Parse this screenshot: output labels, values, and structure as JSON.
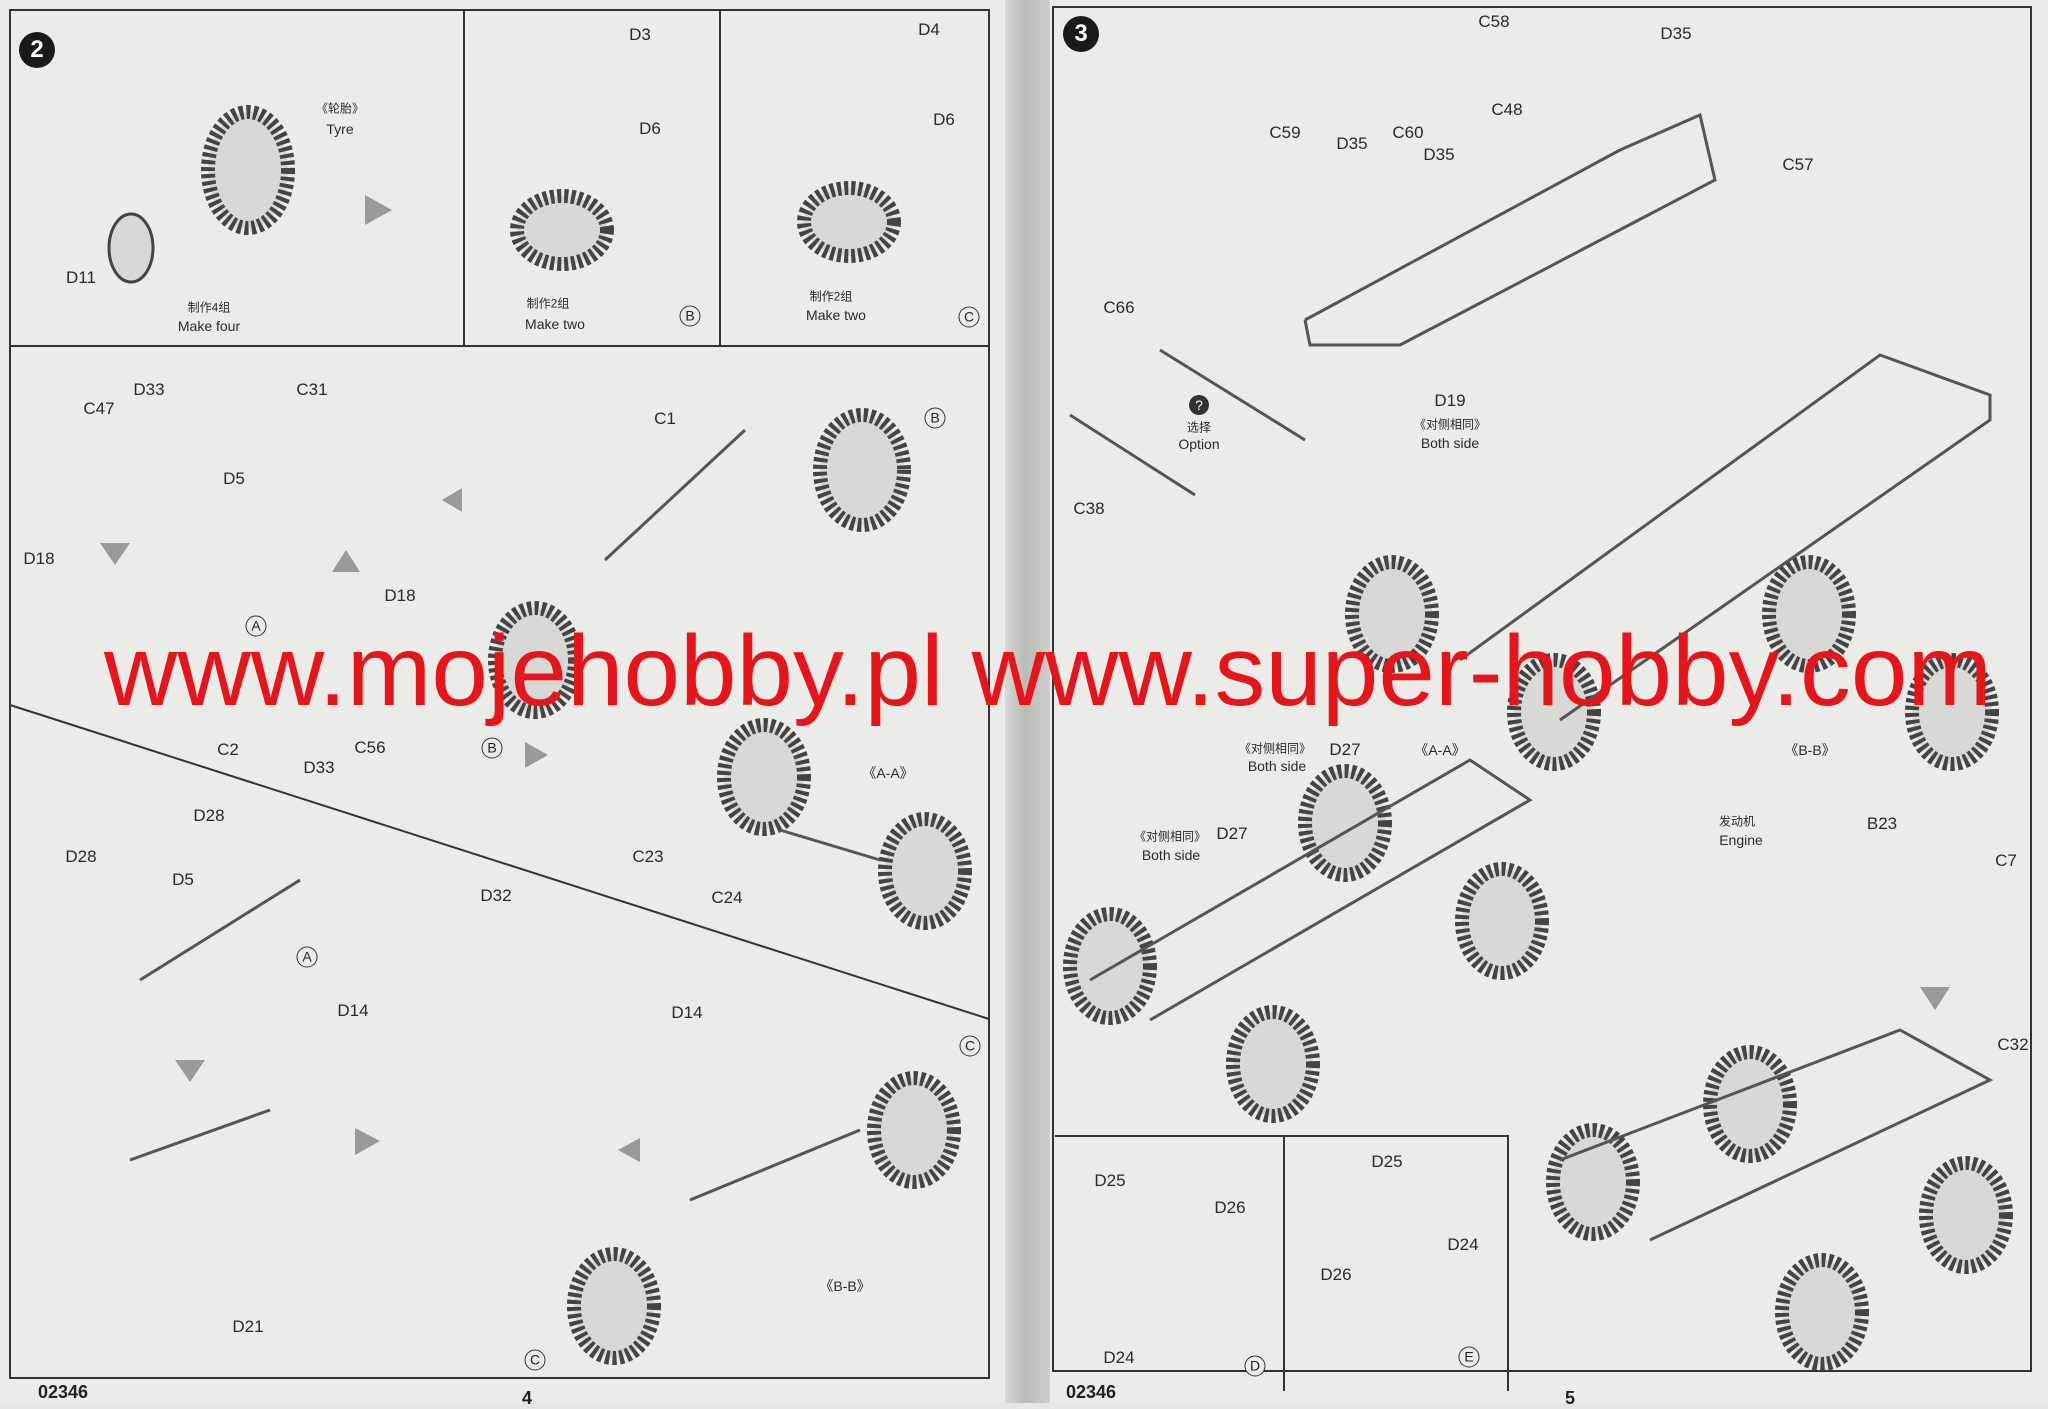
{
  "left_page": {
    "step_number": "2",
    "catalog_number": "02346",
    "page_number": "4",
    "labels": {
      "tyre_cn": "《轮胎》",
      "tyre": "Tyre",
      "d11": "D11",
      "make_four_cn": "制作4组",
      "make_four": "Make four",
      "d3": "D3",
      "d6_b": "D6",
      "make_two_cn_b": "制作2组",
      "make_two_b": "Make two",
      "marker_b_top": "B",
      "d4": "D4",
      "d6_c": "D6",
      "make_two_cn_c": "制作2组",
      "make_two_c": "Make two",
      "marker_c_top": "C",
      "c47": "C47",
      "d33_top": "D33",
      "c31": "C31",
      "d5_top": "D5",
      "d18_left": "D18",
      "marker_a_top": "A",
      "c1": "C1",
      "marker_b_wheel": "B",
      "d18_mid": "D18",
      "c2x": "C2",
      "d33_mid": "D33",
      "c56": "C56",
      "marker_b_mid": "B",
      "section_aa": "《A-A》",
      "c23": "C23",
      "c24": "C24",
      "d28_top": "D28",
      "d28_left": "D28",
      "d5_bottom": "D5",
      "marker_a_bottom": "A",
      "d32": "D32",
      "d14_left": "D14",
      "d14_right": "D14",
      "marker_c_right": "C",
      "section_bb": "《B-B》",
      "d21": "D21",
      "marker_c_bottom": "C"
    }
  },
  "right_page": {
    "step_number": "3",
    "catalog_number": "02346",
    "page_number": "5",
    "option_icon": "?",
    "labels": {
      "c58": "C58",
      "d35_top": "D35",
      "c48": "C48",
      "c59": "C59",
      "d35_a": "D35",
      "c60": "C60",
      "d35_b": "D35",
      "c57": "C57",
      "c66": "C66",
      "option_cn": "选择",
      "option": "Option",
      "d19": "D19",
      "both_side_cn_1": "《对侧相同》",
      "both_side_1": "Both side",
      "c38": "C38",
      "section_aa": "《A-A》",
      "section_bb": "《B-B》",
      "both_side_cn_2": "《对侧相同》",
      "both_side_2": "Both side",
      "d27_a": "D27",
      "both_side_cn_3": "《对侧相同》",
      "both_side_3": "Both side",
      "d27_b": "D27",
      "engine_cn": "发动机",
      "engine": "Engine",
      "b23": "B23",
      "c7": "C7",
      "c32": "C32",
      "d25_d": "D25",
      "d26_d": "D26",
      "d24_d": "D24",
      "marker_d": "D",
      "d25_e": "D25",
      "d24_e": "D24",
      "d26_e": "D26",
      "marker_e": "E"
    }
  },
  "watermark": {
    "text": "www.mojehobby.pl www.super-hobby.com",
    "color": "#e8141c"
  }
}
